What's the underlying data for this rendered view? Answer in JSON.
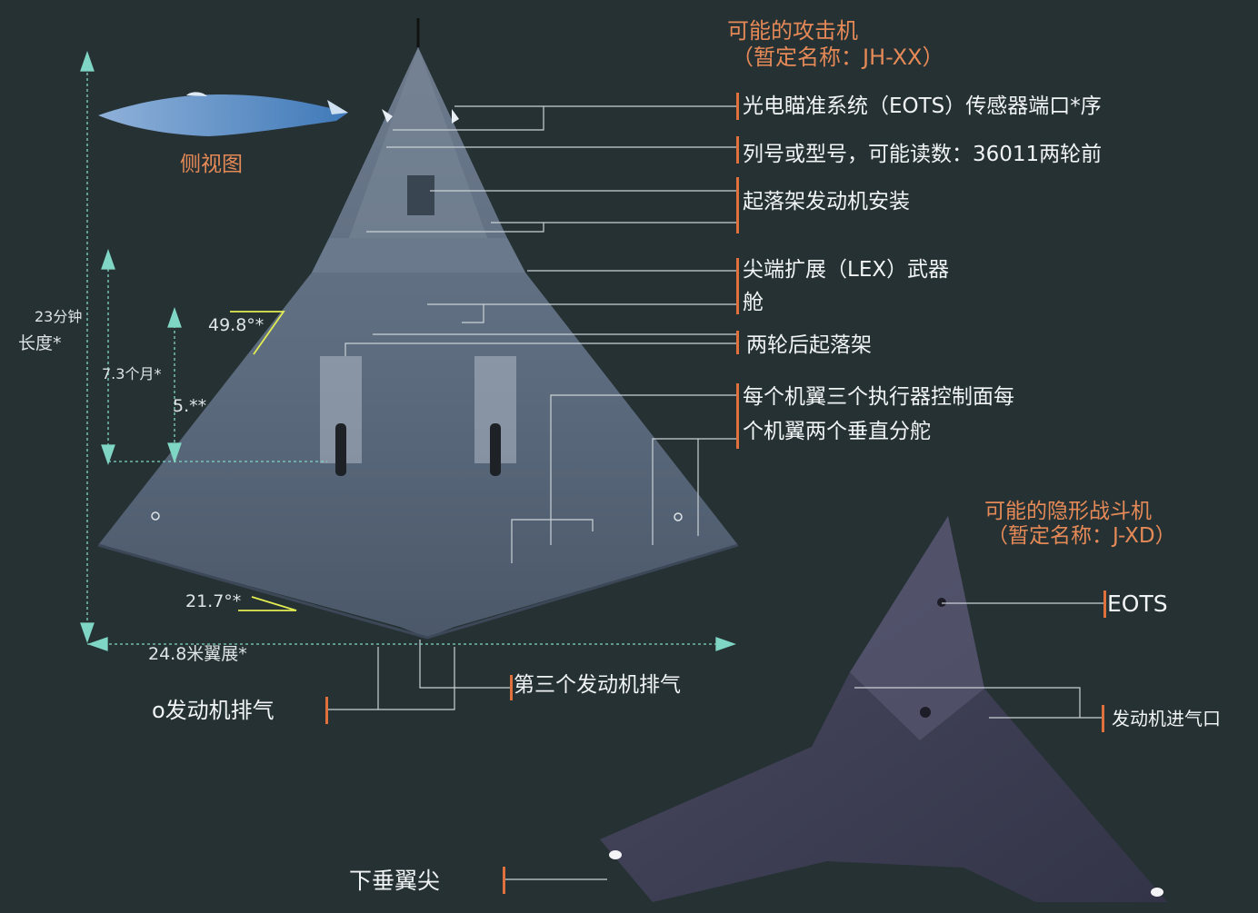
{
  "colors": {
    "background": "#263134",
    "orange_accent": "#e58a57",
    "dimension_arrow": "#7fd6c4",
    "angle_line": "#e2ec52",
    "leader_line": "#c9d2d6",
    "aircraft_fill": "#5f6f82",
    "fighter_fill": "#4b4b63"
  },
  "bomber": {
    "title_line1": "可能的攻击机",
    "title_line2": "（暂定名称：JH-XX）",
    "side_view_label": "侧视图",
    "callouts": [
      "光电瞄准系统（EOTS）传感器端口*序",
      "列号或型号，可能读数：36011两轮前",
      "起落架发动机安装",
      "尖端扩展（LEX）武器",
      "舱",
      "两轮后起落架",
      "每个机翼三个执行器控制面每",
      "个机翼两个垂直分舵"
    ],
    "third_engine_exhaust": "第三个发动机排气",
    "engine_exhaust": "o发动机排气",
    "dimensions": {
      "length_value": "23分钟",
      "length_label": "长度*",
      "inner_length": "7.3个月*",
      "inner_short": "5.**",
      "sweep_angle": "49.8°*",
      "trailing_angle": "21.7°*",
      "wingspan": "24.8米翼展*"
    }
  },
  "fighter": {
    "title_line1": "可能的隐形战斗机",
    "title_line2": "（暂定名称：J-XD）",
    "callouts": {
      "eots": "EOTS",
      "intake": "发动机进气口",
      "wingtip": "下垂翼尖"
    }
  }
}
